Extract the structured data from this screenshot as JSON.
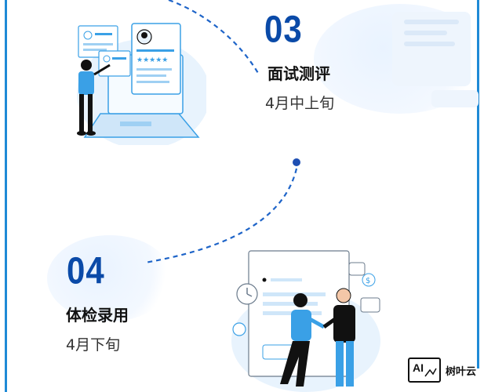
{
  "steps": [
    {
      "number": "03",
      "title": "面试测评",
      "date": "4月中上旬"
    },
    {
      "number": "04",
      "title": "体检录用",
      "date": "4月下旬"
    }
  ],
  "watermark": {
    "logo_text": "AI",
    "brand": "树叶云"
  },
  "colors": {
    "accent": "#0a4aa8",
    "line": "#1f8ad6",
    "illustration": "#3aa0e6"
  }
}
